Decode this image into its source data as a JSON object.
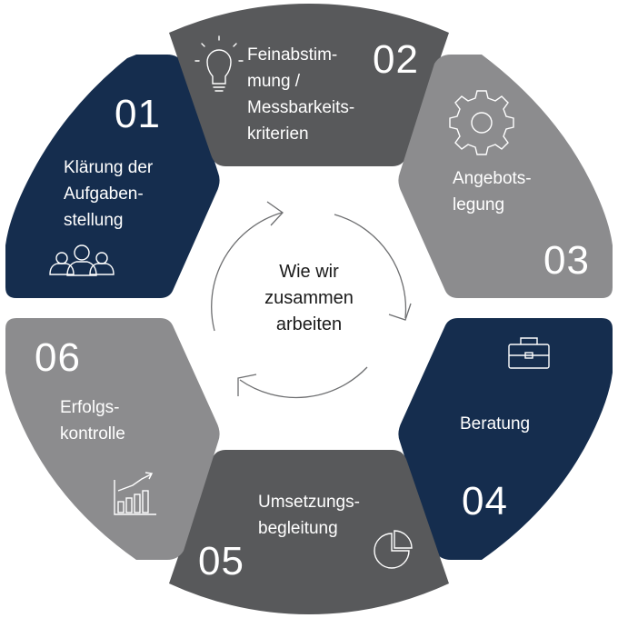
{
  "center": {
    "text": "Wie wir\nzusammen\narbeiten"
  },
  "steps": [
    {
      "number": "01",
      "label": "Klärung der\nAufgaben-\nstellung",
      "color": "#152d4e",
      "icon": "people-icon"
    },
    {
      "number": "02",
      "label": "Feinabstim-\nmung /\nMessbarkeits-\nkriterien",
      "color": "#58595b",
      "icon": "lightbulb-icon"
    },
    {
      "number": "03",
      "label": "Angebots-\nlegung",
      "color": "#8c8c8e",
      "icon": "gear-icon"
    },
    {
      "number": "04",
      "label": "Beratung",
      "color": "#152d4e",
      "icon": "briefcase-icon"
    },
    {
      "number": "05",
      "label": "Umsetzungs-\nbegleitung",
      "color": "#58595b",
      "icon": "pie-chart-icon"
    },
    {
      "number": "06",
      "label": "Erfolgs-\nkontrolle",
      "color": "#8c8c8e",
      "icon": "bar-chart-icon"
    }
  ]
}
